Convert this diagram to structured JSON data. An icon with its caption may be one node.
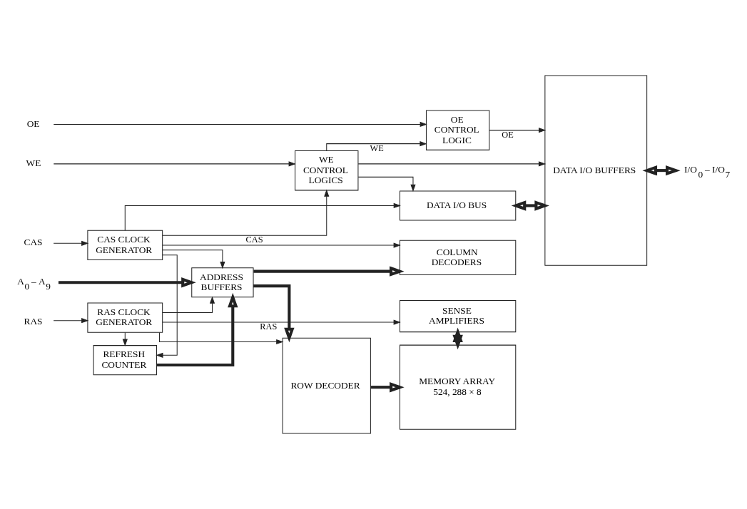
{
  "diagram": {
    "nodes": [
      {
        "text": [
          "OE"
        ]
      },
      {
        "text": [
          "WE"
        ]
      },
      {
        "text": [
          "CAS"
        ]
      },
      {
        "text": [
          "RAS"
        ]
      },
      {
        "text": [
          "A$_{0}$ – A$_{9}$"
        ]
      },
      {
        "text": [
          "I/O$_{0}$ – I/O$_{7}$"
        ]
      },
      {
        "text": [
          "CAS CLOCK GENERATOR"
        ]
      },
      {
        "text": [
          "RAS CLOCK GENERATOR"
        ]
      },
      {
        "text": [
          "REFRESH COUNTER"
        ]
      },
      {
        "text": [
          "ADDRESS BUFFERS"
        ]
      },
      {
        "text": [
          "WE CONTROL LOGICS"
        ]
      },
      {
        "text": [
          "OE CONTROL LOGIC"
        ]
      },
      {
        "text": [
          "DATA I/O BUS"
        ]
      },
      {
        "text": [
          "COLUMN DECODERS"
        ]
      },
      {
        "text": [
          "SENSE AMPLIFIERS"
        ]
      },
      {
        "text": [
          "ROW DECODER"
        ]
      },
      {
        "text": [
          "MEMORY ARRAY",
          "524, 288 × 8"
        ]
      },
      {
        "text": [
          "DATA I/O BUFFERS"
        ]
      }
    ],
    "edges": [
      {
        "from": 0,
        "to": 11,
        "arrow": "to"
      },
      {
        "from": 1,
        "to": 10,
        "arrow": "to"
      },
      {
        "from": 2,
        "to": 6,
        "arrow": "to"
      },
      {
        "from": 3,
        "to": 7,
        "arrow": "to"
      },
      {
        "from": 6,
        "to": 10,
        "arrow": "to",
        "label": "CAS"
      },
      {
        "from": 6,
        "to": 12,
        "arrow": "to"
      },
      {
        "from": 6,
        "to": 13,
        "arrow": "to"
      },
      {
        "from": 6,
        "to": 8,
        "arrow": "to"
      },
      {
        "from": 6,
        "to": 9,
        "arrow": "to"
      },
      {
        "from": 7,
        "to": 14,
        "arrow": "to",
        "label": "RAS"
      },
      {
        "from": 7,
        "to": 8,
        "arrow": "to"
      },
      {
        "from": 7,
        "to": 9,
        "arrow": "to"
      },
      {
        "from": 7,
        "to": 15,
        "arrow": "to"
      },
      {
        "from": 10,
        "to": 11,
        "arrow": "to",
        "label": "WE"
      },
      {
        "from": 10,
        "to": 12,
        "arrow": "to"
      },
      {
        "from": 10,
        "to": 17,
        "arrow": "to"
      },
      {
        "from": 11,
        "to": 17,
        "arrow": "to",
        "label": "OE"
      },
      {
        "from": 12,
        "to": 17,
        "arrow": "both",
        "style": "thick"
      },
      {
        "from": 14,
        "to": 16,
        "arrow": "both",
        "style": "thick"
      },
      {
        "from": 17,
        "to": 5,
        "arrow": "both",
        "style": "thick"
      },
      {
        "from": 4,
        "to": 9,
        "arrow": "to",
        "style": "thick"
      },
      {
        "from": 8,
        "to": 9,
        "arrow": "to",
        "style": "thick"
      },
      {
        "from": 9,
        "to": 13,
        "arrow": "to",
        "style": "thick"
      },
      {
        "from": 9,
        "to": 15,
        "arrow": "to",
        "style": "thick"
      },
      {
        "from": 15,
        "to": 16,
        "arrow": "to",
        "style": "thick"
      }
    ]
  }
}
